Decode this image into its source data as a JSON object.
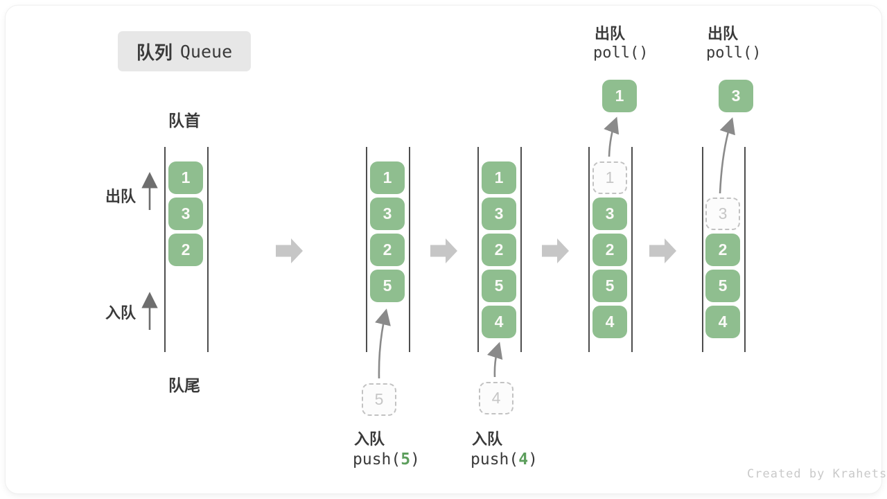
{
  "title": {
    "zh": "队列",
    "en": "Queue"
  },
  "side_labels": {
    "front": "队首",
    "rear": "队尾",
    "dequeue": "出队",
    "enqueue": "入队"
  },
  "operations": {
    "push5": {
      "zh": "入队",
      "fn": "push(",
      "arg": "5",
      "close": ")"
    },
    "push4": {
      "zh": "入队",
      "fn": "push(",
      "arg": "4",
      "close": ")"
    },
    "poll1": {
      "zh": "出队",
      "code": "poll()"
    },
    "poll2": {
      "zh": "出队",
      "code": "poll()"
    }
  },
  "states": [
    {
      "name": "initial",
      "boxes": [
        "1",
        "3",
        "2"
      ]
    },
    {
      "name": "after-push-5",
      "boxes": [
        "1",
        "3",
        "2",
        "5"
      ],
      "incoming": "5"
    },
    {
      "name": "after-push-4",
      "boxes": [
        "1",
        "3",
        "2",
        "5",
        "4"
      ],
      "incoming": "4"
    },
    {
      "name": "after-poll-1",
      "removed": "1",
      "boxes": [
        "3",
        "2",
        "5",
        "4"
      ],
      "out": "1"
    },
    {
      "name": "after-poll-3",
      "removed": "3",
      "boxes": [
        "2",
        "5",
        "4"
      ],
      "out": "3"
    }
  ],
  "watermark": "Created by Krahets",
  "colors": {
    "box_green": "#8FBE8F",
    "accent_green": "#5C9E5C",
    "ink": "#3A3A3A",
    "line_dark": "#4D4D4D",
    "block_arrow": "#C6C6C6",
    "curve_arrow": "#8A8A8A",
    "side_arrow": "#6E6E6E",
    "dash_border": "#C2C2C2",
    "dash_text": "#C6C6C6",
    "badge_bg": "#E7E7E7",
    "watermark": "#C9C9C9"
  }
}
